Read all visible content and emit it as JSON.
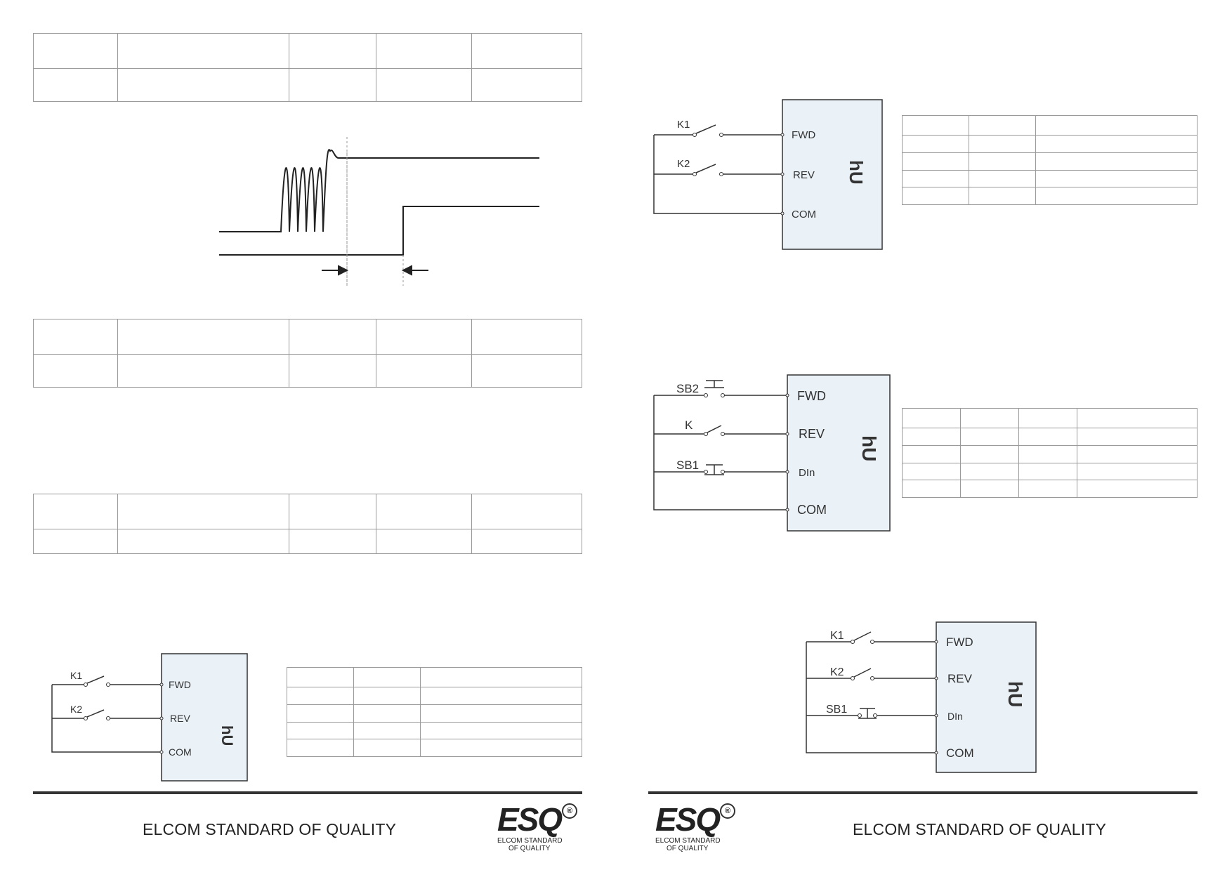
{
  "footer": {
    "left_text": "ELCOM STANDARD OF QUALITY",
    "right_text": "ELCOM STANDARD OF QUALITY",
    "logo_mark": "ESQ",
    "logo_sub1": "ELCOM STANDARD",
    "logo_sub2": "OF QUALITY"
  },
  "diagrams": {
    "two_wire_left": {
      "switches": [
        "K1",
        "K2"
      ],
      "terminals": [
        "FWD",
        "REV",
        "COM"
      ],
      "device_label": "hU"
    },
    "two_wire_right": {
      "switches": [
        "K1",
        "K2"
      ],
      "terminals": [
        "FWD",
        "REV",
        "COM"
      ],
      "device_label": "hU"
    },
    "three_wire_a": {
      "switches": [
        "SB2",
        "K",
        "SB1"
      ],
      "terminals": [
        "FWD",
        "REV",
        "DIn",
        "COM"
      ],
      "device_label": "hU"
    },
    "three_wire_b": {
      "switches": [
        "K1",
        "K2",
        "SB1"
      ],
      "terminals": [
        "FWD",
        "REV",
        "DIn",
        "COM"
      ],
      "device_label": "hU"
    }
  }
}
